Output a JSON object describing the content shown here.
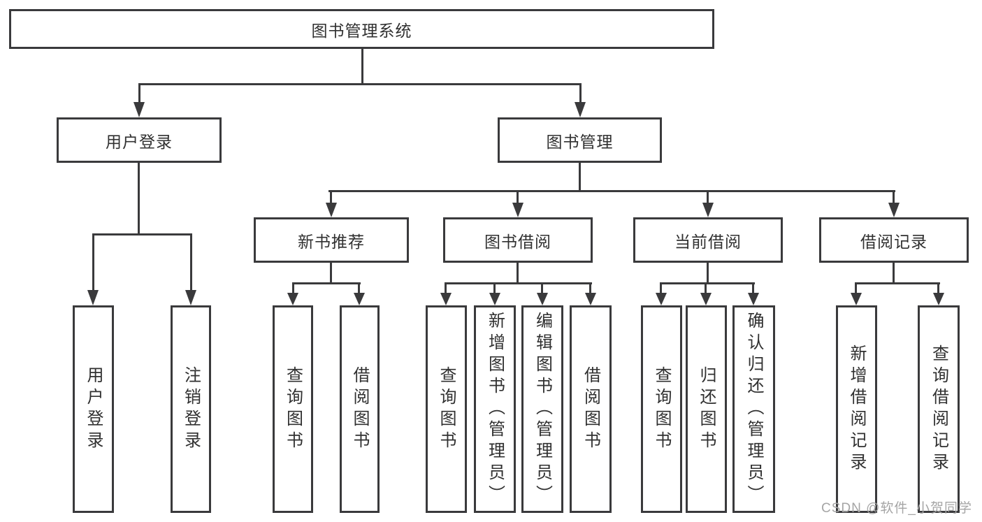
{
  "colors": {
    "line": "#3a3a3c",
    "text": "#303030",
    "background": "#ffffff",
    "watermark": "#a5a5a5"
  },
  "watermark": {
    "text": "CSDN @软件_小贺同学"
  },
  "diagram": {
    "root": {
      "label": "图书管理系统"
    },
    "branches": [
      {
        "label": "用户登录",
        "children": [
          {
            "label": "用户登录"
          },
          {
            "label": "注销登录"
          }
        ]
      },
      {
        "label": "图书管理",
        "children": [
          {
            "label": "新书推荐",
            "children": [
              {
                "label": "查询图书"
              },
              {
                "label": "借阅图书"
              }
            ]
          },
          {
            "label": "图书借阅",
            "children": [
              {
                "label": "查询图书"
              },
              {
                "label": "新增图书（管理员）"
              },
              {
                "label": "编辑图书（管理员）"
              },
              {
                "label": "借阅图书"
              }
            ]
          },
          {
            "label": "当前借阅",
            "children": [
              {
                "label": "查询图书"
              },
              {
                "label": "归还图书"
              },
              {
                "label": "确认归还（管理员）"
              }
            ]
          },
          {
            "label": "借阅记录",
            "children": [
              {
                "label": "新增借阅记录"
              },
              {
                "label": "查询借阅记录"
              }
            ]
          }
        ]
      }
    ]
  }
}
